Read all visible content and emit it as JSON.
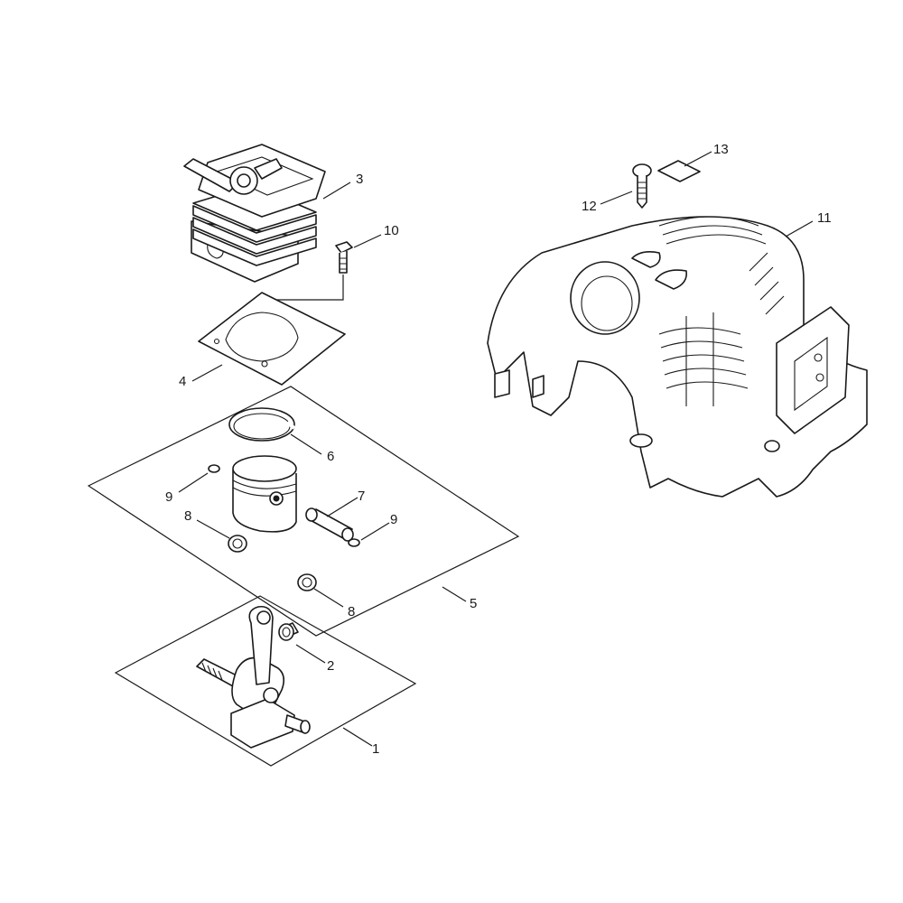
{
  "callouts": {
    "c1": "1",
    "c2": "2",
    "c3": "3",
    "c4": "4",
    "c5": "5",
    "c6": "6",
    "c7": "7",
    "c8a": "8",
    "c8b": "8",
    "c9a": "9",
    "c9b": "9",
    "c10": "10",
    "c11": "11",
    "c12": "12",
    "c13": "13"
  },
  "icons": {
    "cylinder": "cylinder-icon",
    "gasket": "gasket-icon",
    "piston": "piston-icon",
    "piston_ring": "piston-ring-icon",
    "piston_pin": "piston-pin-icon",
    "crankshaft": "crankshaft-icon",
    "bearing": "needle-bearing-icon",
    "bolt": "bolt-icon",
    "screw": "screw-icon",
    "label": "label-icon",
    "cover": "engine-cover-icon"
  }
}
